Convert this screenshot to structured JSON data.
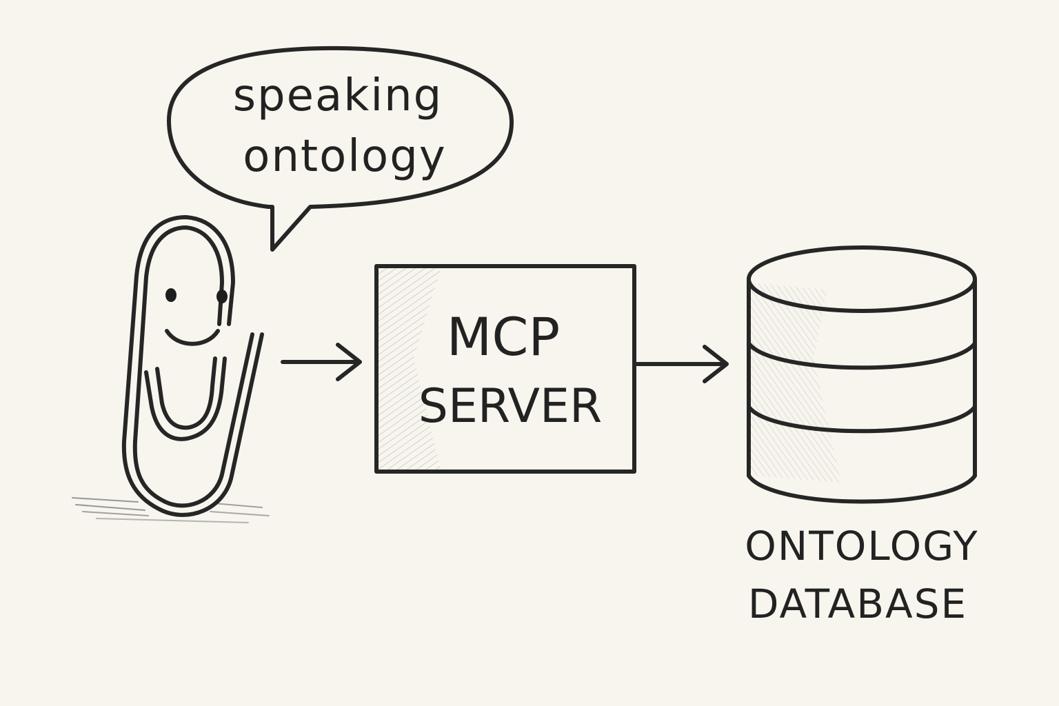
{
  "speech_bubble": {
    "line1": "speaking",
    "line2": "ontology"
  },
  "server_box": {
    "line1": "MCP",
    "line2": "SERVER"
  },
  "database": {
    "line1": "ONTOLOGY",
    "line2": "DATABASE"
  },
  "colors": {
    "paper": "#f7f5ee",
    "ink": "#262626"
  }
}
